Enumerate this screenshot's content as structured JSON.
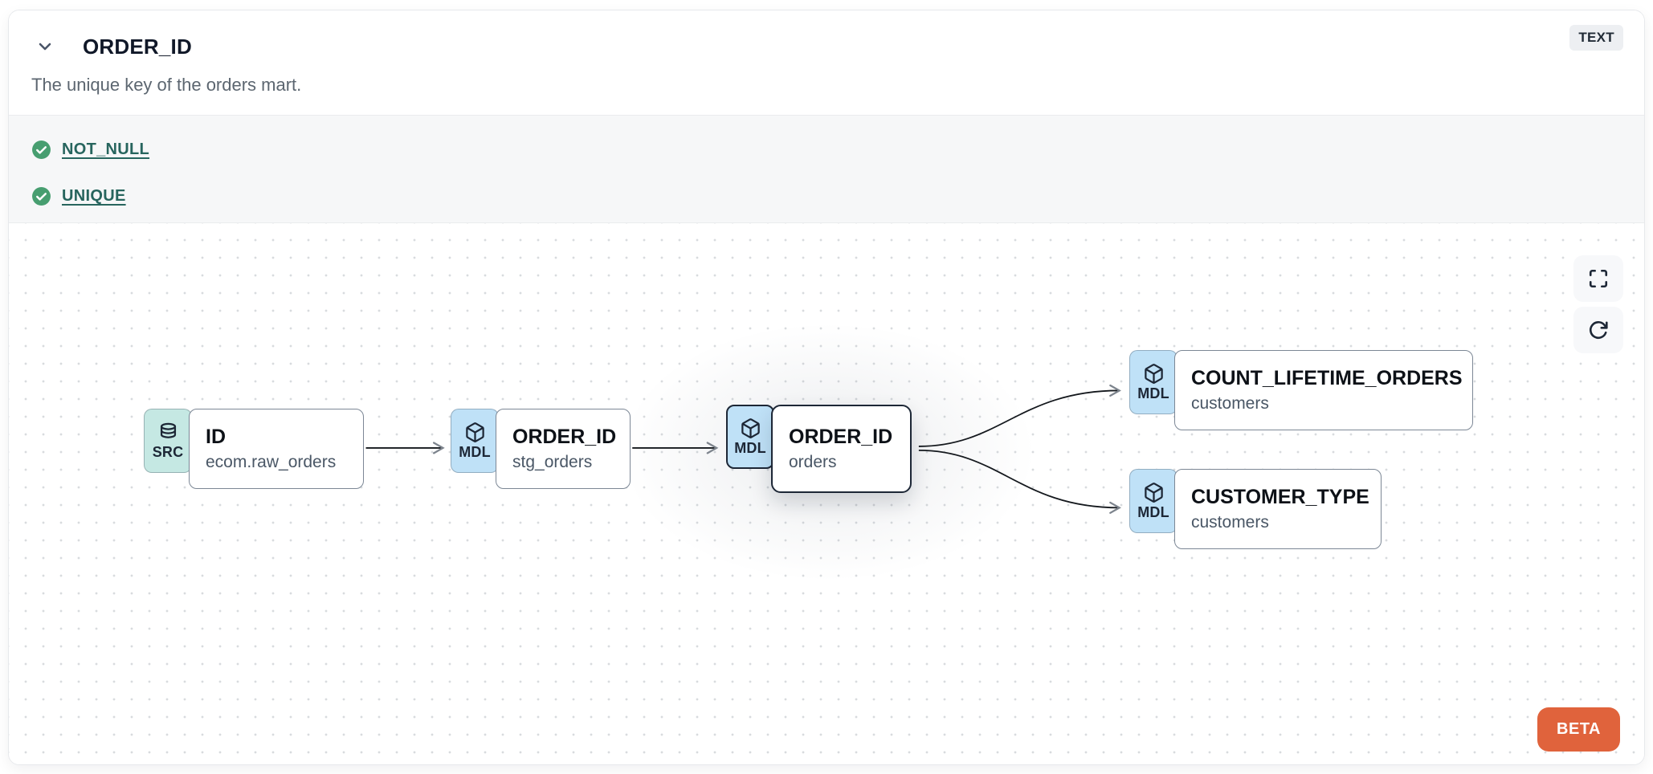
{
  "panel": {
    "title": "ORDER_ID",
    "description": "The unique key of the orders mart.",
    "type_badge": "TEXT",
    "beta_label": "BETA"
  },
  "tests": {
    "items": [
      {
        "label": "NOT_NULL",
        "status": "pass",
        "icon": "check-circle-icon"
      },
      {
        "label": "UNIQUE",
        "status": "pass",
        "icon": "check-circle-icon"
      }
    ]
  },
  "lineage": {
    "nodes": [
      {
        "id": "source-id",
        "badge": "SRC",
        "icon": "database-icon",
        "title": "ID",
        "subtitle": "ecom.raw_orders",
        "selected": false
      },
      {
        "id": "stg-order-id",
        "badge": "MDL",
        "icon": "cube-icon",
        "title": "ORDER_ID",
        "subtitle": "stg_orders",
        "selected": false
      },
      {
        "id": "orders-order-id",
        "badge": "MDL",
        "icon": "cube-icon",
        "title": "ORDER_ID",
        "subtitle": "orders",
        "selected": true
      },
      {
        "id": "count-lifetime-orders",
        "badge": "MDL",
        "icon": "cube-icon",
        "title": "COUNT_LIFETIME_ORDERS",
        "subtitle": "customers",
        "selected": false
      },
      {
        "id": "customer-type",
        "badge": "MDL",
        "icon": "cube-icon",
        "title": "CUSTOMER_TYPE",
        "subtitle": "customers",
        "selected": false
      }
    ],
    "edges": [
      {
        "from": "source-id",
        "to": "stg-order-id"
      },
      {
        "from": "stg-order-id",
        "to": "orders-order-id"
      },
      {
        "from": "orders-order-id",
        "to": "count-lifetime-orders"
      },
      {
        "from": "orders-order-id",
        "to": "customer-type"
      }
    ]
  },
  "colors": {
    "accent_orange": "#e0633c",
    "test_pass_green": "#479e70",
    "test_link_teal": "#27655e",
    "src_badge_bg": "#c5e8e3",
    "mdl_badge_bg": "#bfe1f7",
    "selected_border": "#1d2736",
    "edge_stroke": "#14181d"
  }
}
